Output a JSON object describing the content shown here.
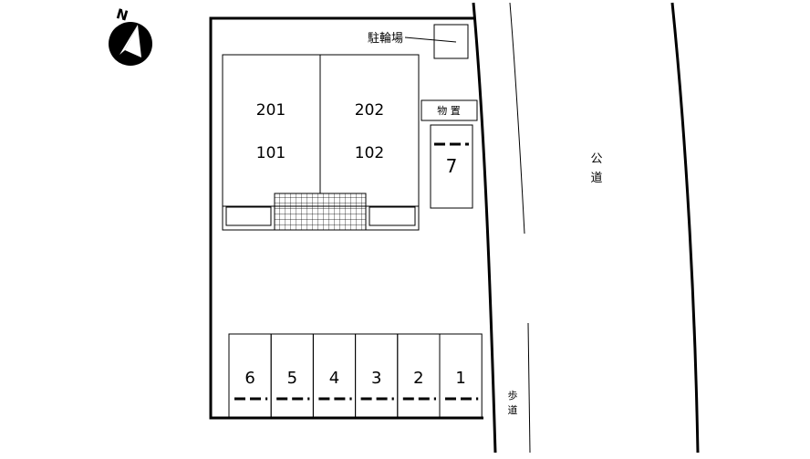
{
  "compass": {
    "label": "N",
    "icon": "north-arrow-icon"
  },
  "buildings": {
    "units_upper": [
      "201",
      "202"
    ],
    "units_lower": [
      "101",
      "102"
    ]
  },
  "bicycle_parking": {
    "label": "駐輪場"
  },
  "storage": {
    "label": "物 置"
  },
  "parking_spaces": [
    "6",
    "5",
    "4",
    "3",
    "2",
    "1"
  ],
  "parking_space_7": {
    "label": "7"
  },
  "public_road": {
    "label_chars": [
      "公",
      "道"
    ]
  },
  "sidewalk": {
    "label_chars": [
      "歩",
      "道"
    ]
  },
  "colors": {
    "line": "#000000",
    "background": "#ffffff"
  }
}
